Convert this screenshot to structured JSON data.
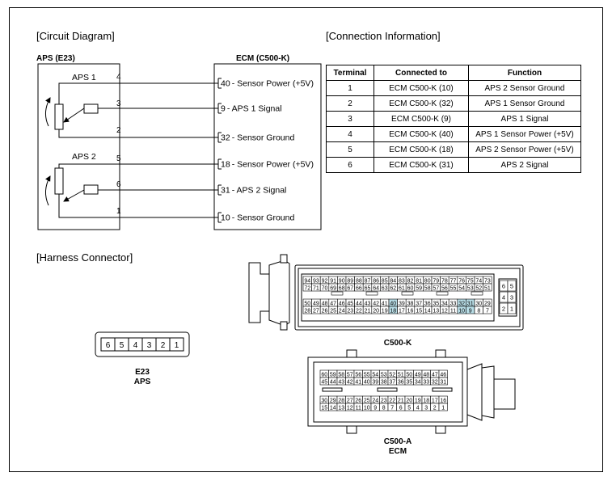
{
  "titles": {
    "circuit": "[Circuit Diagram]",
    "connection": "[Connection Information]",
    "harness": "[Harness Connector]"
  },
  "aps_box": {
    "title": "APS (E23)",
    "sensors": [
      {
        "label": "APS 1",
        "pins": [
          "4",
          "3",
          "2"
        ]
      },
      {
        "label": "APS 2",
        "pins": [
          "5",
          "6",
          "1"
        ]
      }
    ]
  },
  "ecm_box": {
    "title": "ECM (C500-K)",
    "items": [
      {
        "pin": "40",
        "text": "- Sensor Power (+5V)"
      },
      {
        "pin": "9",
        "text": "- APS 1 Signal"
      },
      {
        "pin": "32",
        "text": "- Sensor Ground"
      },
      {
        "pin": "18",
        "text": "- Sensor Power (+5V)"
      },
      {
        "pin": "31",
        "text": "- APS 2 Signal"
      },
      {
        "pin": "10",
        "text": "- Sensor Ground"
      }
    ]
  },
  "table": {
    "headers": [
      "Terminal",
      "Connected to",
      "Function"
    ],
    "rows": [
      [
        "1",
        "ECM C500-K (10)",
        "APS 2 Sensor Ground"
      ],
      [
        "2",
        "ECM C500-K (32)",
        "APS 1 Sensor Ground"
      ],
      [
        "3",
        "ECM C500-K (9)",
        "APS 1 Signal"
      ],
      [
        "4",
        "ECM C500-K (40)",
        "APS 1 Sensor Power (+5V)"
      ],
      [
        "5",
        "ECM C500-K (18)",
        "APS 2 Sensor Power (+5V)"
      ],
      [
        "6",
        "ECM C500-K (31)",
        "APS 2 Signal"
      ]
    ]
  },
  "e23": {
    "pins": [
      "6",
      "5",
      "4",
      "3",
      "2",
      "1"
    ],
    "label_top": "E23",
    "label_bottom": "APS"
  },
  "c500k": {
    "label": "C500-K",
    "row1": [
      "94",
      "93",
      "92",
      "91",
      "90",
      "89",
      "88",
      "87",
      "86",
      "85",
      "84",
      "83",
      "82",
      "81",
      "80",
      "79",
      "78",
      "77",
      "76",
      "75",
      "74",
      "73"
    ],
    "row2": [
      "72",
      "71",
      "70",
      "69",
      "68",
      "67",
      "66",
      "65",
      "64",
      "63",
      "62",
      "61",
      "60",
      "59",
      "58",
      "57",
      "56",
      "55",
      "54",
      "53",
      "52",
      "51"
    ],
    "row3": [
      "50",
      "49",
      "48",
      "47",
      "46",
      "45",
      "44",
      "43",
      "42",
      "41",
      "40",
      "39",
      "38",
      "37",
      "36",
      "35",
      "34",
      "33",
      "32",
      "31",
      "30",
      "29"
    ],
    "row4": [
      "28",
      "27",
      "26",
      "25",
      "24",
      "23",
      "22",
      "21",
      "20",
      "19",
      "18",
      "17",
      "16",
      "15",
      "14",
      "13",
      "12",
      "11",
      "10",
      "9",
      "8",
      "7"
    ],
    "side": [
      [
        "6",
        "5"
      ],
      [
        "4",
        "3"
      ],
      [
        "2",
        "1"
      ]
    ],
    "highlighted": [
      "40",
      "18",
      "32",
      "31",
      "10",
      "9"
    ],
    "highlight_color": "#b8dde6"
  },
  "c500a": {
    "label_top": "C500-A",
    "label_bottom": "ECM",
    "row1": [
      "60",
      "59",
      "58",
      "57",
      "56",
      "55",
      "54",
      "53",
      "52",
      "51",
      "50",
      "49",
      "48",
      "47",
      "46"
    ],
    "row2": [
      "45",
      "44",
      "43",
      "42",
      "41",
      "40",
      "39",
      "38",
      "37",
      "36",
      "35",
      "34",
      "33",
      "32",
      "31"
    ],
    "row3": [
      "30",
      "29",
      "28",
      "27",
      "26",
      "25",
      "24",
      "23",
      "22",
      "21",
      "20",
      "19",
      "18",
      "17",
      "16"
    ],
    "row4": [
      "15",
      "14",
      "13",
      "12",
      "11",
      "10",
      "9",
      "8",
      "7",
      "6",
      "5",
      "4",
      "3",
      "2",
      "1"
    ]
  }
}
